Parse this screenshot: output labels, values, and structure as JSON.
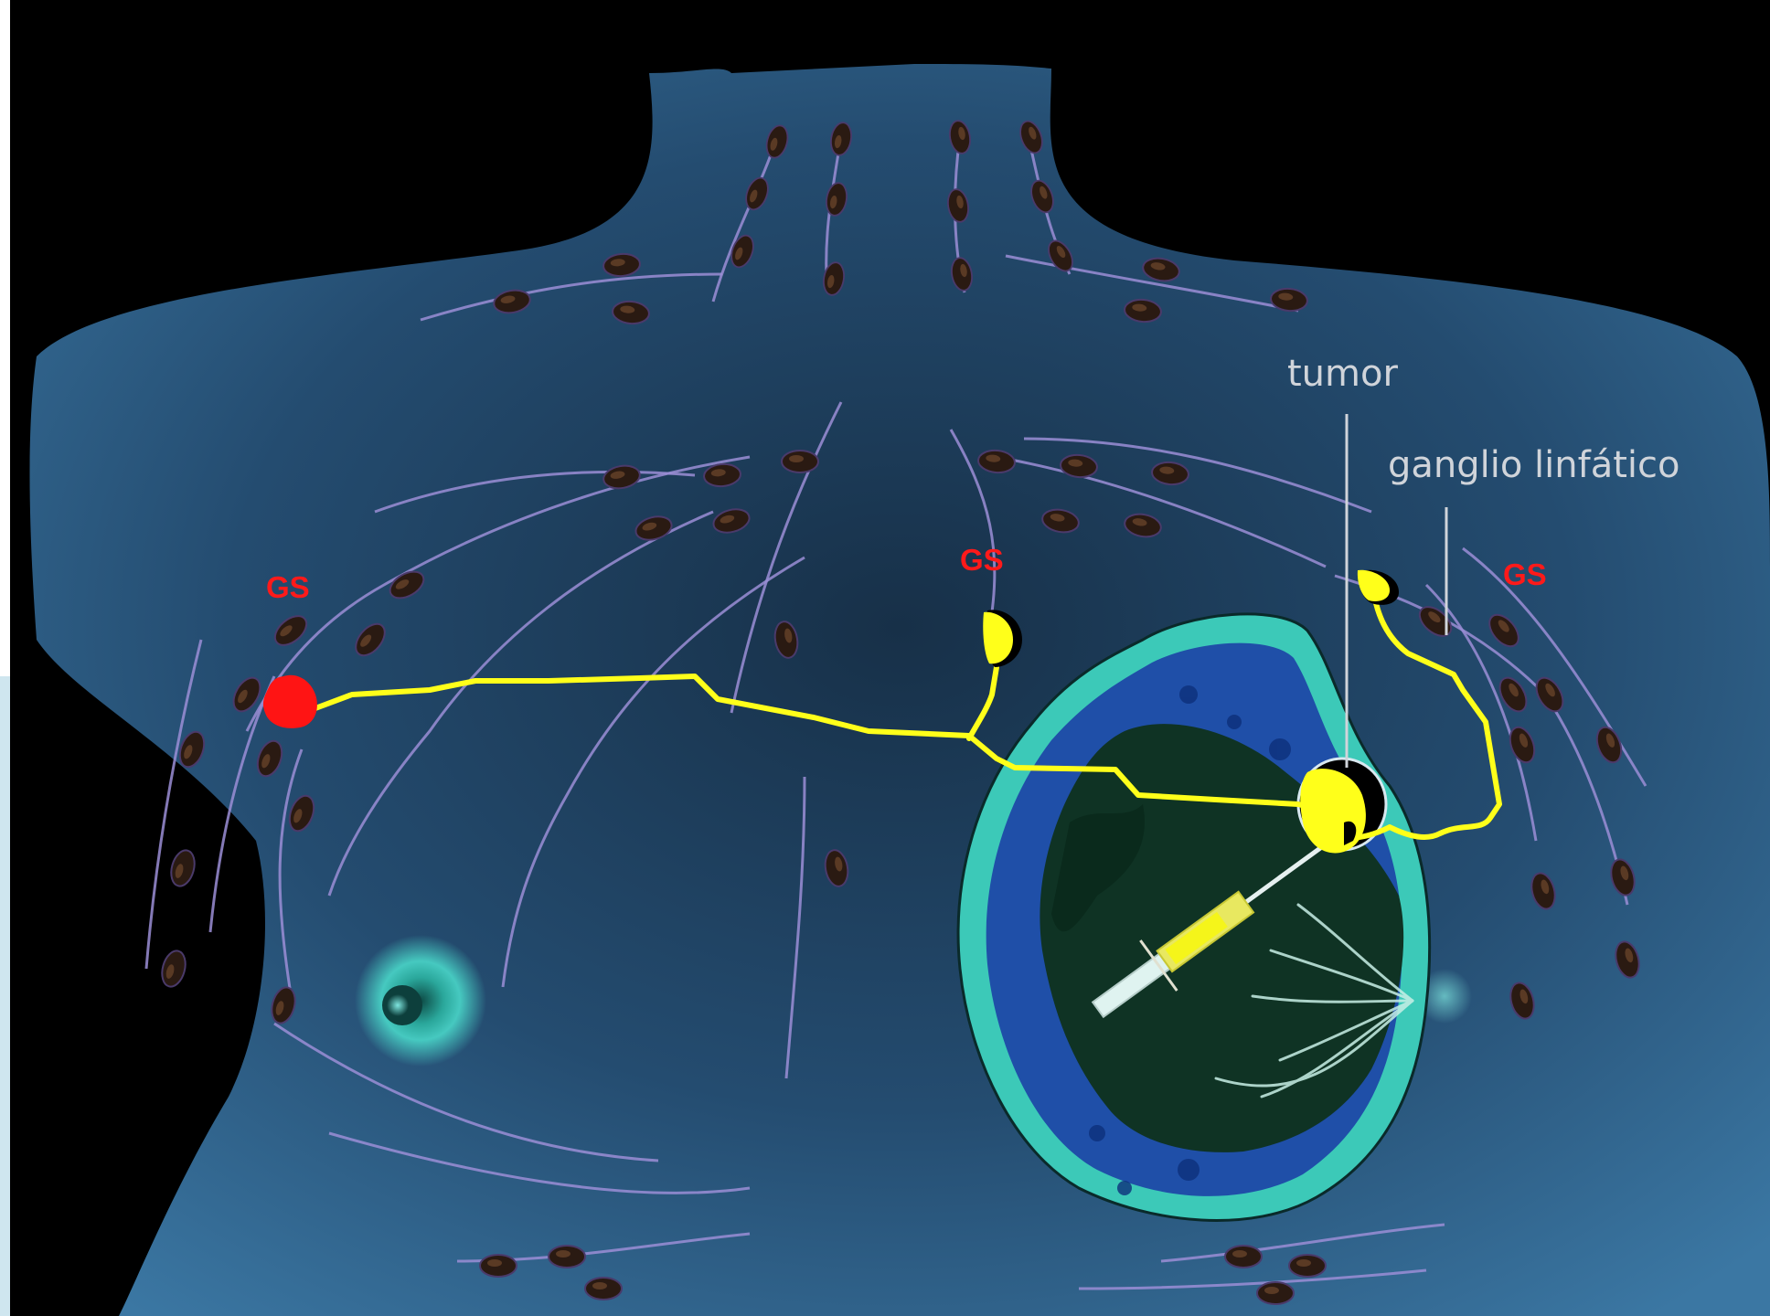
{
  "labels": {
    "tumor": "tumor",
    "lymph_node": "ganglio linfático",
    "sentinel_node_left": "GS",
    "sentinel_node_center": "GS",
    "sentinel_node_right": "GS"
  },
  "colors": {
    "background": "#000000",
    "body": "#2f5f86",
    "body_center": "#1b3350",
    "lymph_vessel": "#9b8ed6",
    "lymph_node_fill": "#2a1a12",
    "tracer_path": "#ffff1a",
    "sentinel_highlight": "#ff1414",
    "gs_label": "#ff1a1a",
    "annotation_text": "#d0d4da",
    "breast_rim": "#3cc9b8",
    "breast_tissue": "#0f3324",
    "breast_fat": "#1f4fa8"
  },
  "icons": {
    "sentinel_red": "irregular-blob",
    "sentinel_yellow": "yellow-node",
    "injection": "syringe-icon",
    "areola": "glowing-ring"
  }
}
